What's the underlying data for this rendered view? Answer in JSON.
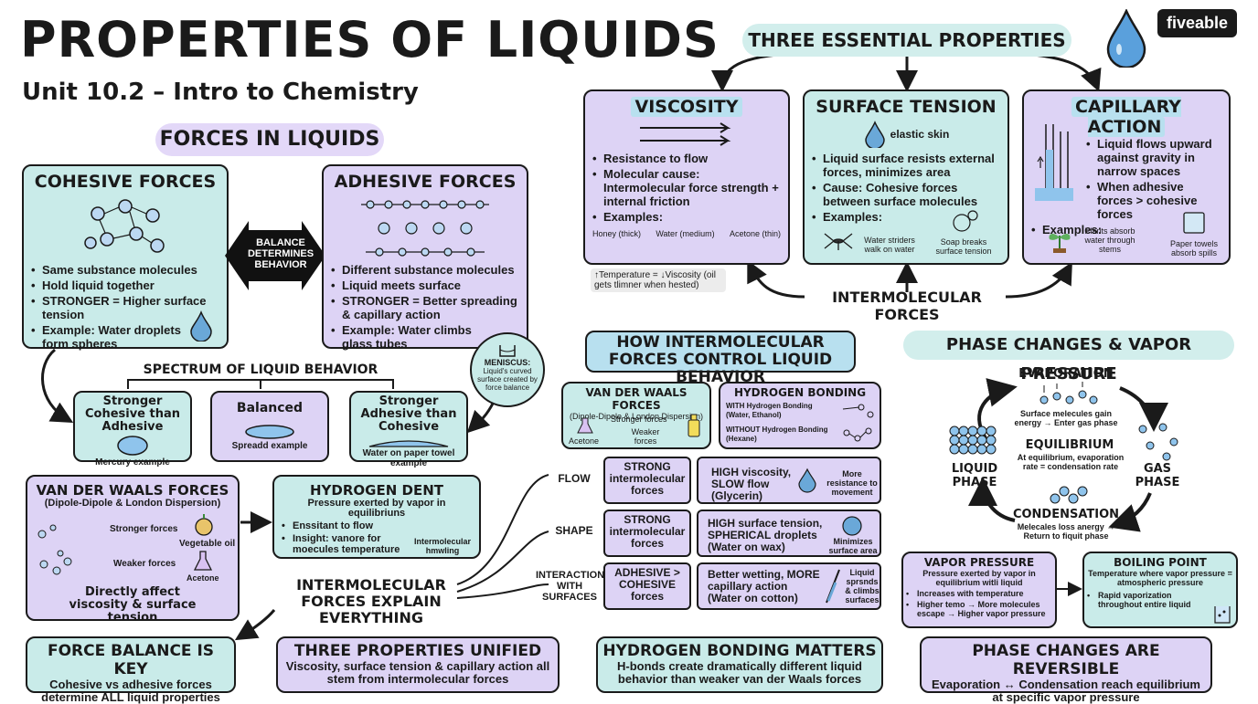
{
  "header": {
    "title": "PROPERTIES OF LIQUIDS",
    "subtitle": "Unit 10.2 – Intro to Chemistry",
    "logo": "fiveable"
  },
  "forces": {
    "pill": "FORCES IN LIQUIDS",
    "cohesive": {
      "title": "COHESIVE FORCES",
      "bullets": [
        "Same substance molecules",
        "Hold liquid together",
        "STRONGER = Higher surface tension",
        "Example: Water droplets form spheres"
      ]
    },
    "balance": "BALANCE DETERMINES BEHAVIOR",
    "adhesive": {
      "title": "ADHESIVE FORCES",
      "bullets": [
        "Different substance molecules",
        "Liquid meets surface",
        "STRONGER = Better spreading & capillary action",
        "Example: Water climbs glass tubes"
      ]
    },
    "meniscus": {
      "title": "MENISCUS:",
      "text": "Liquid's curved surface created by force balance"
    }
  },
  "spectrum": {
    "title": "SPECTRUM OF LIQUID BEHAVIOR",
    "items": [
      {
        "label": "Stronger Cohesive than Adhesive",
        "example": "Mercury example"
      },
      {
        "label": "Balanced",
        "example": "Spreadd example"
      },
      {
        "label": "Stronger Adhesive than Cohesive",
        "example": "Water on paper towel example"
      }
    ]
  },
  "vdw_left": {
    "title": "VAN DER WAALS FORCES",
    "sub": "(Dipole-Dipole & London Dispersion)",
    "stronger": "Stronger forces",
    "veg": "Vegetable oil",
    "weaker": "Weaker forces",
    "acetone": "Acetone",
    "footer": "Directly affect viscosity & surface tension"
  },
  "hdent": {
    "title": "HYDROGEN DENT",
    "sub": "Pressure exerted by vapor in equilibriuns",
    "bullets": [
      "Enssitant to flow",
      "Insight: vanore for moecules temperature"
    ],
    "note": "Intermolecular hmwling"
  },
  "imf_explain": "INTERMOLECULAR FORCES EXPLAIN EVERYTHING",
  "three": {
    "pill": "THREE ESSENTIAL PROPERTIES",
    "viscosity": {
      "title": "VISCOSITY",
      "bullets": [
        "Resistance to flow",
        "Molecular cause: Intermolecular force strength + internal friction",
        "Examples:"
      ],
      "examples": [
        "Honey (thick)",
        "Water (medium)",
        "Acetone (thin)"
      ],
      "note": "↑Temperature = ↓Viscosity (oil gets tlimner when hested)"
    },
    "surface": {
      "title": "SURFACE TENSION",
      "skin": "elastic skin",
      "bullets": [
        "Liquid surface resists external forces, minimizes area",
        "Cause: Cohesive forces between surface molecules",
        "Examples:"
      ],
      "ex1": "Water striders walk on water",
      "ex2": "Soap breaks surface tension"
    },
    "capillary": {
      "title": "CAPILLARY ACTION",
      "bullets": [
        "Liquid flows upward against gravity in narrow spaces",
        "When adhesive forces > cohesive forces"
      ],
      "examples_label": "Examples:",
      "ex1": "Plants absorb water through stems",
      "ex2": "Paper towels absorb spills"
    },
    "imf": "INTERMOLECULAR FORCES"
  },
  "control": {
    "title": "HOW INTERMOLECULAR FORCES CONTROL LIQUID BEHAVIOR",
    "vdw": {
      "title": "VAN DER WAALS FORCES",
      "sub": "(Dipole-Dipole & London Dispersion)",
      "stronger": "Stronger forces",
      "weaker": "Weaker forces",
      "acetone": "Acetone"
    },
    "hb": {
      "title": "HYDROGEN BONDING",
      "with": "WITH Hydrogen Bonding (Water, Ethanol)",
      "without": "WITHOUT Hydrogen Bonding (Hexane)"
    },
    "rows": [
      {
        "label": "FLOW",
        "a": "STRONG intermolecular forces",
        "b": "HIGH viscosity, SLOW flow (Glycerin)",
        "c": "More resistance to movement"
      },
      {
        "label": "SHAPE",
        "a": "STRONG intermolecular forces",
        "b": "HIGH surface tension, SPHERICAL droplets (Water on wax)",
        "c": "Minimizes surface area"
      },
      {
        "label": "INTERACTION WITH SURFACES",
        "a": "ADHESIVE > COHESIVE forces",
        "b": "Better wetting, MORE capillary action (Water on cotton)",
        "c": "Liquid sprsnds & climbs surfaces"
      }
    ]
  },
  "phase": {
    "pill": "PHASE CHANGES & VAPOR PRESSURE",
    "evap": "EVAPORATION",
    "evap_note": "Surface melecules gain energy → Enter gas phase",
    "liquid": "LIQUID PHASE",
    "gas": "GAS PHASE",
    "eq": "EQUILIBRIUM",
    "eq_note": "At equilibrium, evaporation rate = condensation rate",
    "cond": "CONDENSATION",
    "cond_note": "Melecales loss anergy → Return to fiquit phase",
    "vp": {
      "title": "VAPOR PRESSURE",
      "sub": "Pressure exerted by vapor in equilibrium witli liquid",
      "b1": "Increases with temperature",
      "b2": "Higher temo → More molecules escape → Higher vapor pressure"
    },
    "bp": {
      "title": "BOILING POINT",
      "sub": "Temperature where vapor pressure = atmospheric pressure",
      "b1": "Rapid vaporization throughout entire liquid"
    }
  },
  "bottom": [
    {
      "title": "FORCE BALANCE IS KEY",
      "text": "Cohesive vs adhesive forces determine ALL liquid properties"
    },
    {
      "title": "THREE PROPERTIES UNIFIED",
      "text": "Viscosity, surface tension & capillary action all stem from intermolecular forces"
    },
    {
      "title": "HYDROGEN BONDING MATTERS",
      "text": "H-bonds create dramatically different liquid behavior than weaker van der Waals forces"
    },
    {
      "title": "PHASE CHANGES ARE REVERSIBLE",
      "text": "Evaporation ↔ Condensation reach equilibrium at specific vapor pressure"
    }
  ],
  "colors": {
    "teal": "#c9ebe9",
    "lavender": "#ddd3f5",
    "blue": "#6aa8d8"
  }
}
